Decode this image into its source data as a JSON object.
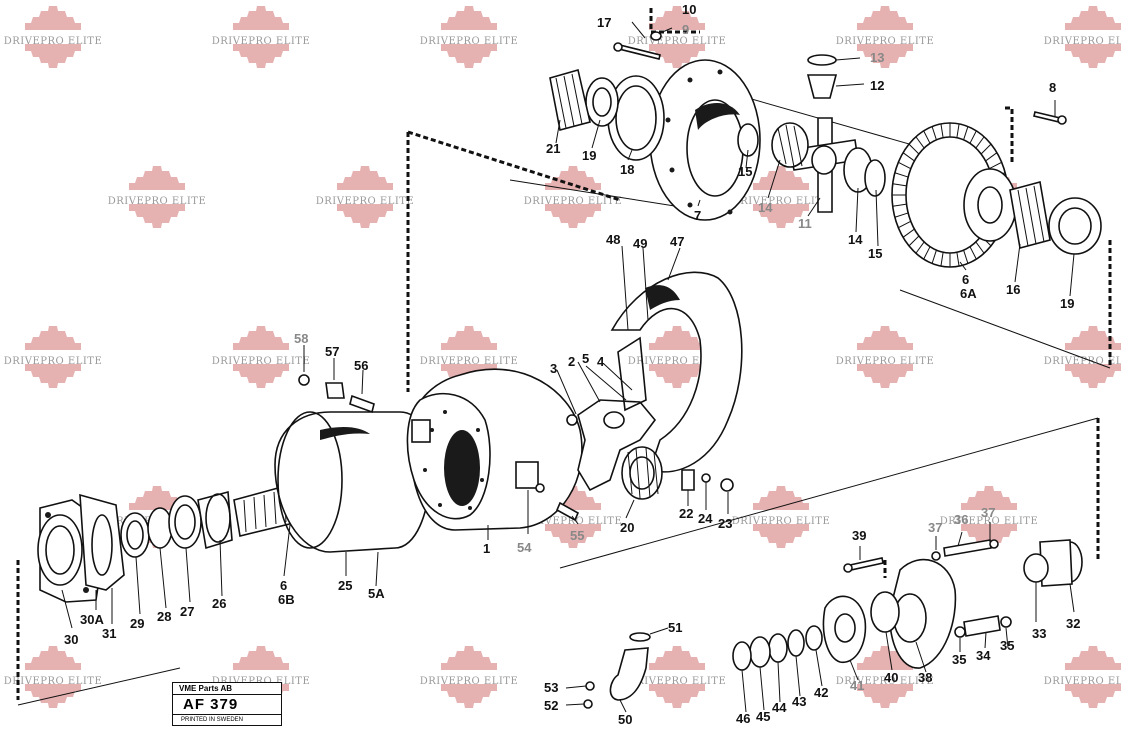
{
  "watermark": {
    "text": "DRIVEPRO ELITE",
    "color": "#e2a3a3"
  },
  "plate": {
    "line1": "VME Parts AB",
    "code": "AF 379",
    "line3": "PRINTED IN SWEDEN"
  },
  "labels": {
    "l1": "1",
    "l2": "2",
    "l3": "3",
    "l4": "4",
    "l5": "5",
    "l5a": "5A",
    "l6a": "6",
    "l6b": "6A",
    "l6c": "6",
    "l6d": "6B",
    "l7": "7",
    "l8": "8",
    "l9": "9",
    "l10": "10",
    "l11": "11",
    "l12": "12",
    "l13": "13",
    "l14a": "14",
    "l14b": "14",
    "l15a": "15",
    "l15b": "15",
    "l16": "16",
    "l17": "17",
    "l18": "18",
    "l19a": "19",
    "l19b": "19",
    "l20": "20",
    "l21": "21",
    "l22": "22",
    "l23": "23",
    "l24": "24",
    "l25": "25",
    "l26": "26",
    "l27": "27",
    "l28": "28",
    "l29": "29",
    "l30": "30",
    "l30a": "30A",
    "l31": "31",
    "l32": "32",
    "l33": "33",
    "l34": "34",
    "l35a": "35",
    "l35b": "35",
    "l36": "36",
    "l37a": "37",
    "l37b": "37",
    "l38": "38",
    "l39": "39",
    "l40": "40",
    "l41": "41",
    "l42": "42",
    "l43": "43",
    "l44": "44",
    "l45": "45",
    "l46": "46",
    "l47": "47",
    "l48": "48",
    "l49": "49",
    "l50": "50",
    "l51": "51",
    "l52": "52",
    "l53": "53",
    "l54": "54",
    "l55": "55",
    "l56": "56",
    "l57": "57",
    "l58": "58"
  }
}
